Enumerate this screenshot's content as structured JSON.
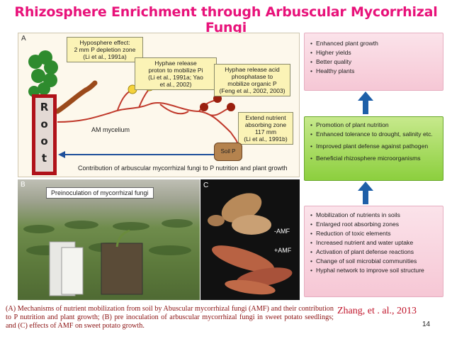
{
  "title": "Rhizosphere Enrichment through Arbuscular Mycorrhizal Fungi",
  "panelA": {
    "letter": "A",
    "callouts": {
      "hyposphere": [
        "Hyposphere effect:",
        "2 mm P depletion zone",
        "(Li et al., 1991a)"
      ],
      "proton": [
        "Hyphae release",
        "proton to mobilize Pi",
        "(Li et al., 1991a; Yao",
        "et al., 2002)"
      ],
      "phosphatase": [
        "Hyphae release acid",
        "phosphatase to",
        "mobilize organic P",
        "(Feng et al., 2002, 2003)"
      ],
      "extend": [
        "Extend nutrient",
        "absorbing zone",
        "117 mm",
        "(Li et al., 1991b)"
      ]
    },
    "root_letters": [
      "R",
      "o",
      "o",
      "t"
    ],
    "am_label": "AM mycelium",
    "soil_p": "Soil P",
    "contribution": "Contribution of arbuscular mycorrhizal fungi to P nutrition and plant growth"
  },
  "panelB": {
    "letter": "B",
    "label": "Preinoculation of mycorrhizal fungi"
  },
  "panelC": {
    "letter": "C",
    "minus_amf": "-AMF",
    "plus_amf": "+AMF"
  },
  "right": {
    "box1": [
      "Enhanced plant growth",
      "Higher yields",
      "Better quality",
      "Healthy plants"
    ],
    "box2": [
      "Promotion of plant nutrition",
      "Enhanced tolerance to drought, salinity etc.",
      "Improved plant defense against pathogen",
      "Beneficial rhizosphere microorganisms"
    ],
    "box3": [
      "Mobilization of nutrients in soils",
      "Enlarged root absorbing zones",
      "Reduction of toxic elements",
      "Increased nutrient and water uptake",
      "Activation of plant defense reactions",
      "Change of soil microbial communities",
      "Hyphal network to improve soil structure"
    ]
  },
  "caption": "(A) Mechanisms of nutrient mobilization from soil by Abuscular mycorrhizal fungi (AMF) and their contribution to P nutrition and plant growth; (B) pre inoculation of arbuscular mycorrhizal fungi in sweet potato seedlings; and (C) effects of AMF on sweet potato growth.",
  "citation": "Zhang, et . al., 2013",
  "page_number": "14",
  "colors": {
    "title": "#e8127a",
    "arrow": "#1e5fa8",
    "root_border": "#b0121a",
    "caption": "#8a1010"
  }
}
